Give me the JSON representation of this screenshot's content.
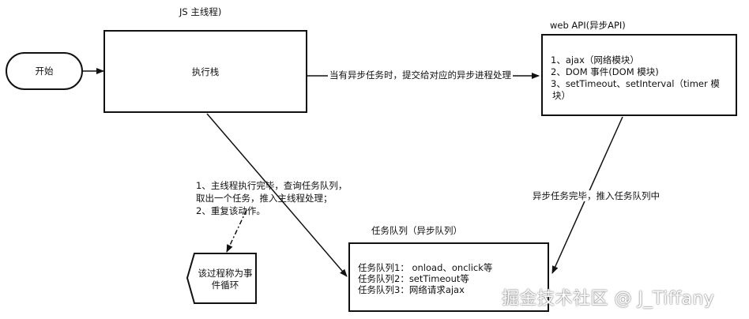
{
  "main_thread_title": "JS 主线程)",
  "start_label": "开始",
  "exec_stack_label": "执行栈",
  "web_api": {
    "title": "web API(异步API)",
    "lines": [
      "1、ajax（网络模块）",
      "2、DOM 事件(DOM 模块)",
      "3、setTimeout、setInterval（timer 模",
      "块）"
    ]
  },
  "arrow_to_webapi_label": "当有异步任务时，提交给对应的异步进程处理",
  "async_done_label": "异步任务完毕，推入任务队列中",
  "main_thread_steps": [
    "1、主线程执行完毕，查询任务队列，",
    "取出一个任务，推入主线程处理；",
    "2、重复该动作。"
  ],
  "event_loop_label": [
    "该过程称为事",
    "件循环"
  ],
  "task_queue": {
    "title": "任务队列（异步队列）",
    "items": [
      "任务队列1： onload、onclick等",
      "任务队列2：setTimeout等",
      "任务队列3：网络请求ajax"
    ]
  },
  "watermark": "掘金技术社区 @ J_Tiffany"
}
